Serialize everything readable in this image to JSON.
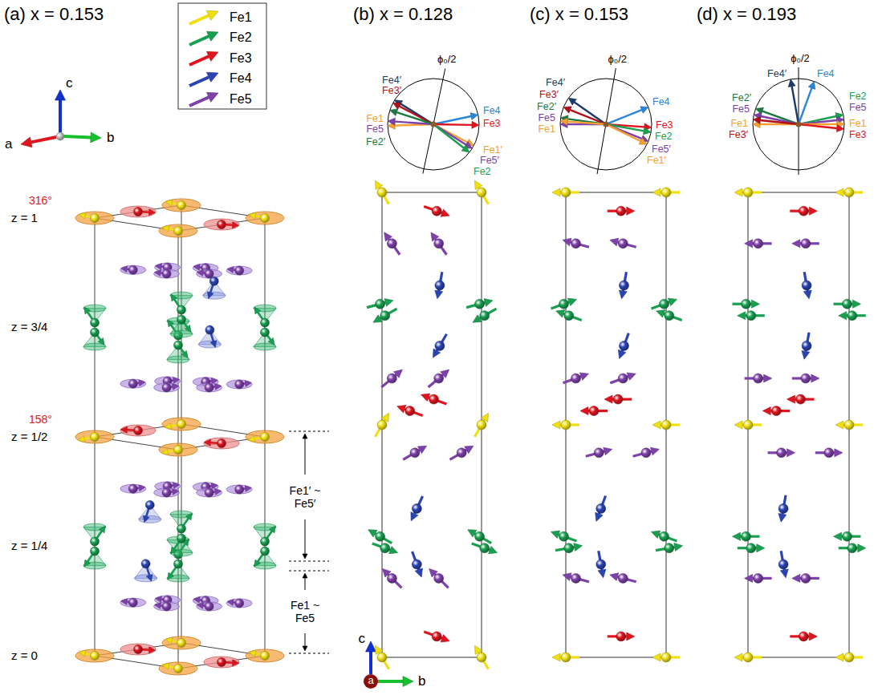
{
  "diagram": {
    "labels": [
      "(a) x = 0.153",
      "(b) x = 0.128",
      "(c) x = 0.153",
      "(d) x = 0.193",
      "c",
      "a",
      "b",
      "z = 1",
      "z = 3/4",
      "z = 1/2",
      "z = 1/4",
      "z = 0",
      "316°",
      "158°",
      "Fe1′ ~ Fe5′",
      "Fe1 ~ Fe5",
      "ϕ₀/2",
      "Fe4′",
      "Fe3′",
      "Fe1",
      "Fe5",
      "Fe2′",
      "Fe4",
      "Fe3",
      "Fe1′",
      "Fe5′",
      "Fe2",
      "ϕ₀/2",
      "Fe4′",
      "Fe3′",
      "Fe2′",
      "Fe5",
      "Fe1",
      "Fe4",
      "Fe3",
      "Fe2",
      "Fe5′",
      "Fe1′",
      "ϕ₀/2",
      "Fe4′",
      "Fe4",
      "Fe2′",
      "Fe5",
      "Fe1",
      "Fe3′",
      "Fe2",
      "Fe5",
      "Fe1",
      "Fe3",
      "c",
      "a",
      "b"
    ],
    "legend": [
      {
        "text": "Fe1",
        "color": "#f0e010"
      },
      {
        "text": "Fe2",
        "color": "#18a050"
      },
      {
        "text": "Fe3",
        "color": "#e0141e"
      },
      {
        "text": "Fe4",
        "color": "#2a44b4"
      },
      {
        "text": "Fe5",
        "color": "#7e40aa"
      }
    ]
  }
}
